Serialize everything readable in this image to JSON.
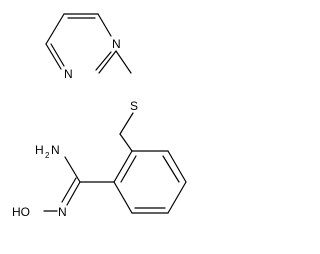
{
  "molecule": {
    "atoms": {
      "n_ring_upper": "N",
      "n_ring_lower": "N",
      "sulfur": "S",
      "amine_h": "H",
      "amine_subscript": "2",
      "amine_n": "N",
      "oxime_ho": "HO",
      "oxime_n": "N"
    },
    "colors": {
      "bond": "#000000",
      "label": "#000000",
      "background": "#ffffff"
    }
  }
}
